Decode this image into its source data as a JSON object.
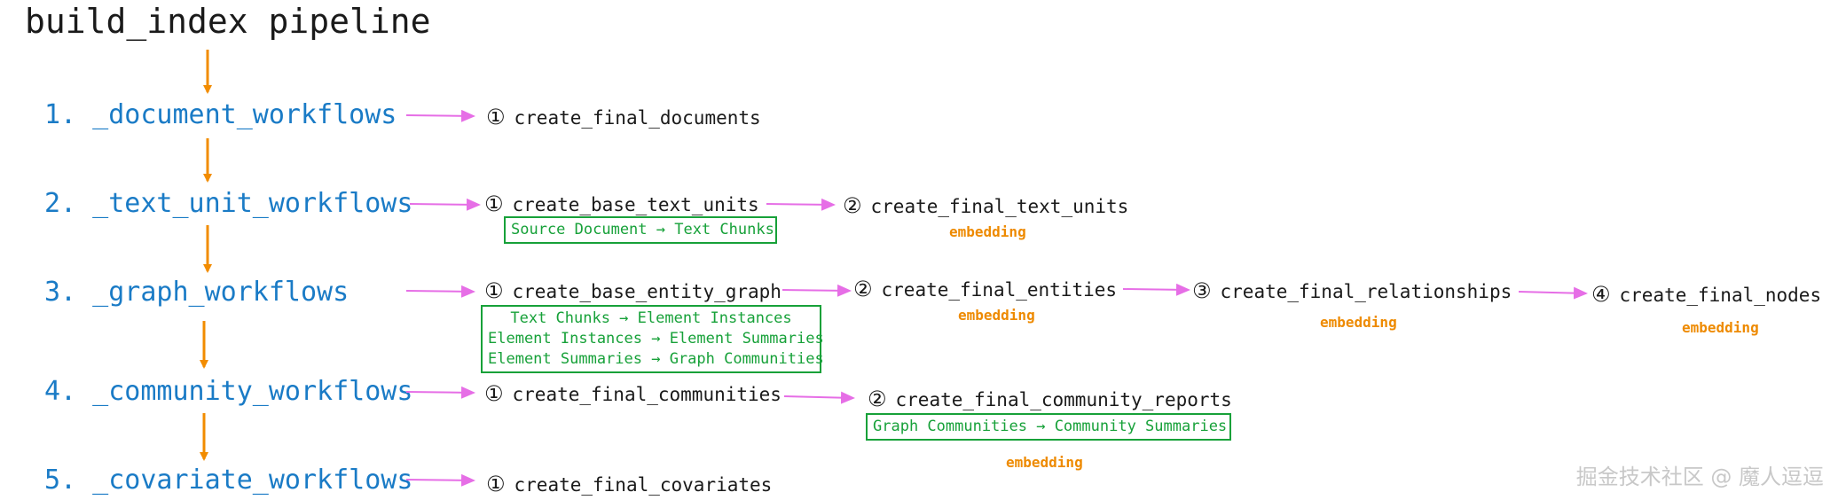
{
  "title": "build_index pipeline",
  "stages": [
    {
      "label": "1. _document_workflows"
    },
    {
      "label": "2. _text_unit_workflows"
    },
    {
      "label": "3. _graph_workflows"
    },
    {
      "label": "4. _community_workflows"
    },
    {
      "label": "5. _covariate_workflows"
    }
  ],
  "nodes": {
    "doc1": {
      "num": "①",
      "label": "create_final_documents"
    },
    "tu1": {
      "num": "①",
      "label": "create_base_text_units"
    },
    "tu2": {
      "num": "②",
      "label": "create_final_text_units"
    },
    "gr1": {
      "num": "①",
      "label": "create_base_entity_graph"
    },
    "gr2": {
      "num": "②",
      "label": "create_final_entities"
    },
    "gr3": {
      "num": "③",
      "label": "create_final_relationships"
    },
    "gr4": {
      "num": "④",
      "label": "create_final_nodes"
    },
    "com1": {
      "num": "①",
      "label": "create_final_communities"
    },
    "com2": {
      "num": "②",
      "label": "create_final_community_reports"
    },
    "cov1": {
      "num": "①",
      "label": "create_final_covariates"
    }
  },
  "embedding_label": "embedding",
  "boxes": {
    "text_units": [
      "Source Document → Text Chunks"
    ],
    "graph": [
      "Text Chunks → Element Instances",
      "Element Instances → Element Summaries",
      "Element Summaries → Graph Communities"
    ],
    "community": [
      "Graph Communities → Community Summaries"
    ]
  },
  "watermark": "掘金技术社区 @ 魔人逗逗",
  "colors": {
    "stage": "#1a7bc6",
    "flow_arrow": "#f28c00",
    "step_arrow": "#e66ee6",
    "box": "#17a139",
    "embedding": "#ee8a00"
  }
}
